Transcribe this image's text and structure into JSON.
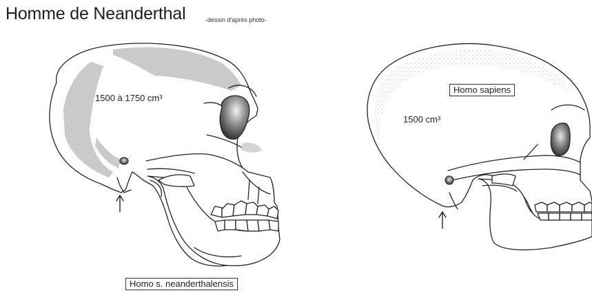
{
  "title": "Homme de Neanderthal",
  "subtitle": "-dessin d'après photo-",
  "skulls": [
    {
      "name": "Homo s. neanderthalensis",
      "volume": "1500 à 1750 cm³"
    },
    {
      "name": "Homo sapiens",
      "volume": "1500 cm³"
    }
  ],
  "colors": {
    "outline": "#222222",
    "shading": "#c8c8c8",
    "eye_socket_dark": "#333333"
  }
}
